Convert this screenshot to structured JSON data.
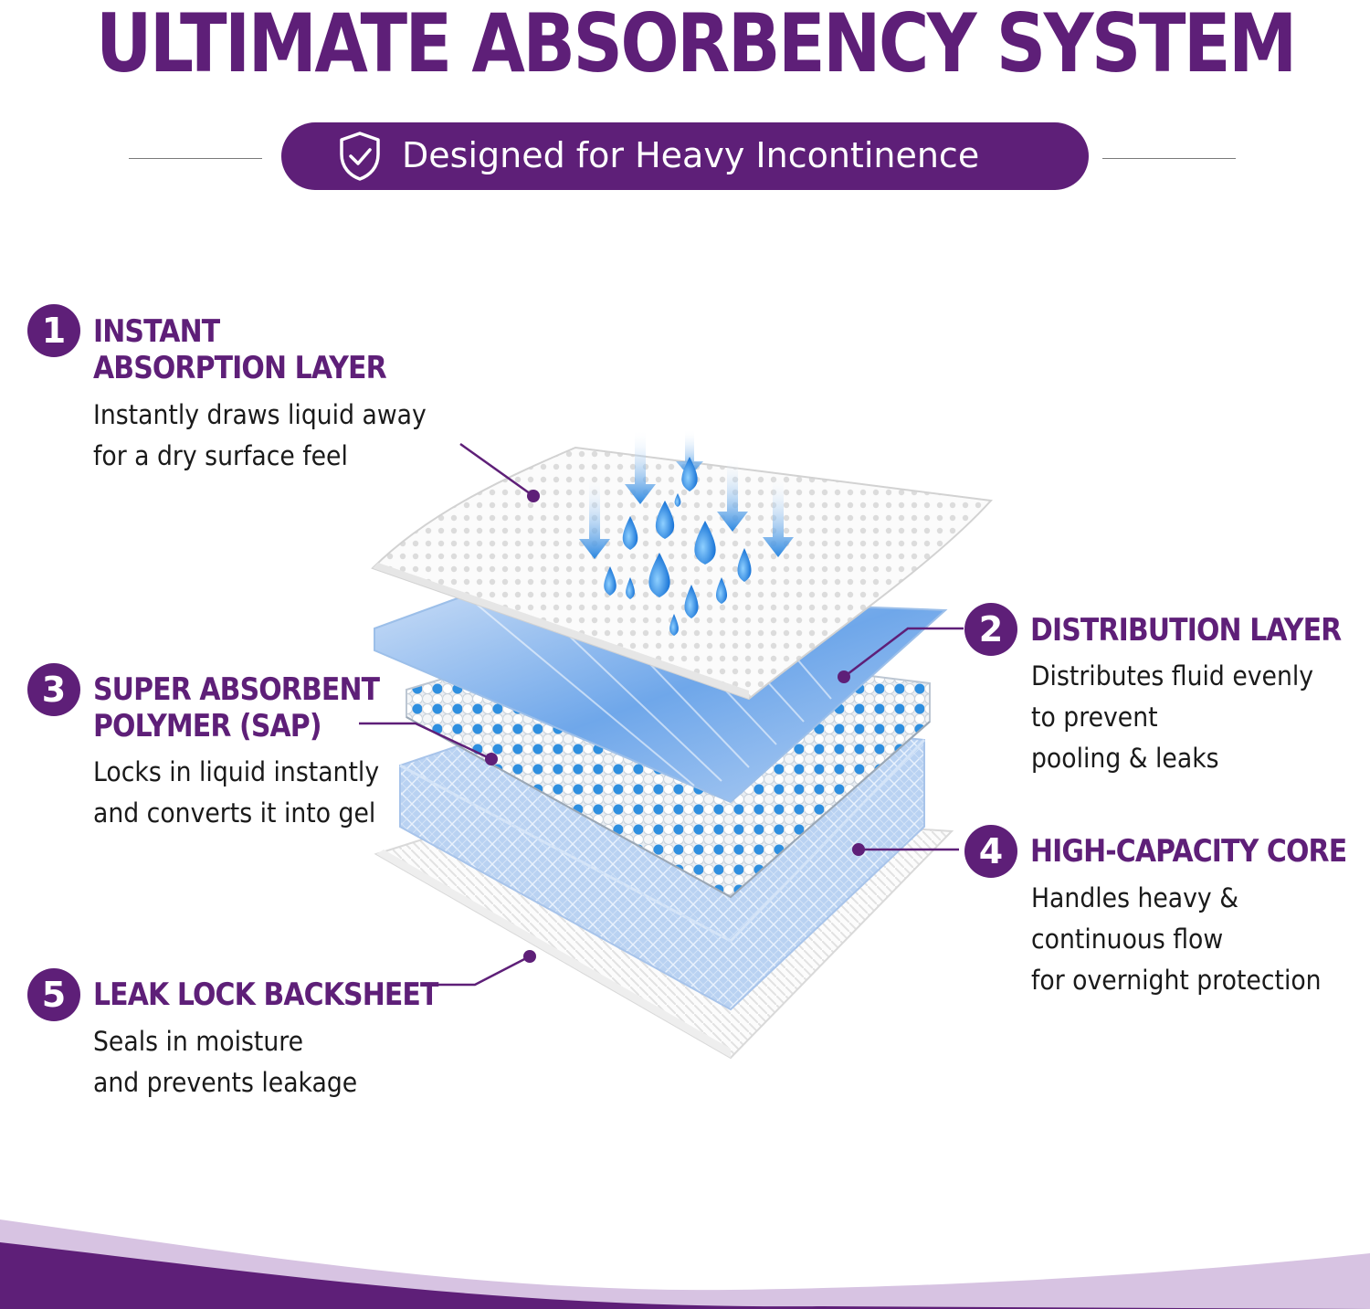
{
  "title": "ULTIMATE ABSORBENCY SYSTEM",
  "banner": {
    "text": "Designed for Heavy Incontinence",
    "icon": "shield-check-icon"
  },
  "colors": {
    "brand_purple": "#5e1f78",
    "water_blue": "#2f8fe0",
    "layer_blue": "#a9c9f0"
  },
  "layers": [
    {
      "number": "1",
      "heading_lines": [
        "INSTANT",
        "ABSORPTION LAYER"
      ],
      "description_lines": [
        "Instantly draws liquid away",
        "for a dry surface feel"
      ]
    },
    {
      "number": "2",
      "heading_lines": [
        "DISTRIBUTION LAYER"
      ],
      "description_lines": [
        "Distributes fluid evenly",
        "to prevent",
        "pooling & leaks"
      ]
    },
    {
      "number": "3",
      "heading_lines": [
        "SUPER ABSORBENT",
        "POLYMER (SAP)"
      ],
      "description_lines": [
        "Locks in liquid instantly",
        "and converts it into gel"
      ]
    },
    {
      "number": "4",
      "heading_lines": [
        "HIGH-CAPACITY CORE"
      ],
      "description_lines": [
        "Handles heavy &",
        "continuous flow",
        "for overnight protection"
      ]
    },
    {
      "number": "5",
      "heading_lines": [
        "LEAK LOCK BACKSHEET"
      ],
      "description_lines": [
        "Seals in moisture",
        "and prevents leakage"
      ]
    }
  ]
}
